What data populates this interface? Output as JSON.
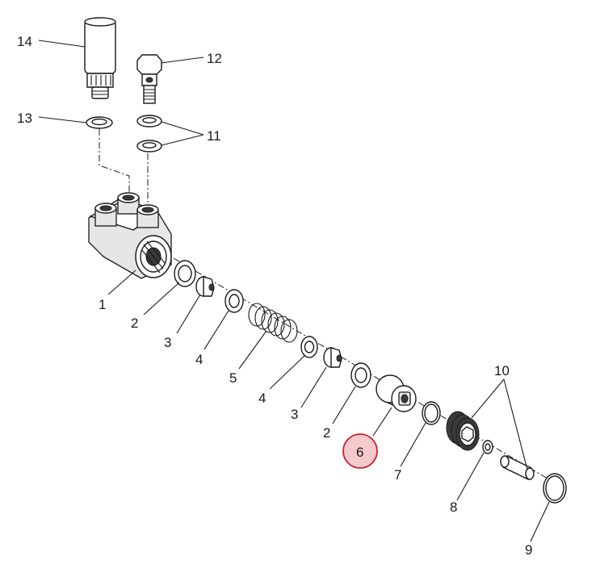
{
  "callouts": [
    {
      "id": "p14",
      "text": "14"
    },
    {
      "id": "p12",
      "text": "12"
    },
    {
      "id": "p13",
      "text": "13"
    },
    {
      "id": "p11",
      "text": "11"
    },
    {
      "id": "p1",
      "text": "1"
    },
    {
      "id": "p2a",
      "text": "2"
    },
    {
      "id": "p3a",
      "text": "3"
    },
    {
      "id": "p4a",
      "text": "4"
    },
    {
      "id": "p5",
      "text": "5"
    },
    {
      "id": "p4b",
      "text": "4"
    },
    {
      "id": "p3b",
      "text": "3"
    },
    {
      "id": "p2b",
      "text": "2"
    },
    {
      "id": "p10",
      "text": "10"
    },
    {
      "id": "p6",
      "text": "6"
    },
    {
      "id": "p7",
      "text": "7"
    },
    {
      "id": "p8",
      "text": "8"
    },
    {
      "id": "p9",
      "text": "9"
    }
  ],
  "highlight": {
    "part": "6",
    "color": "#c8202f",
    "fill": "#f6c9cd"
  }
}
